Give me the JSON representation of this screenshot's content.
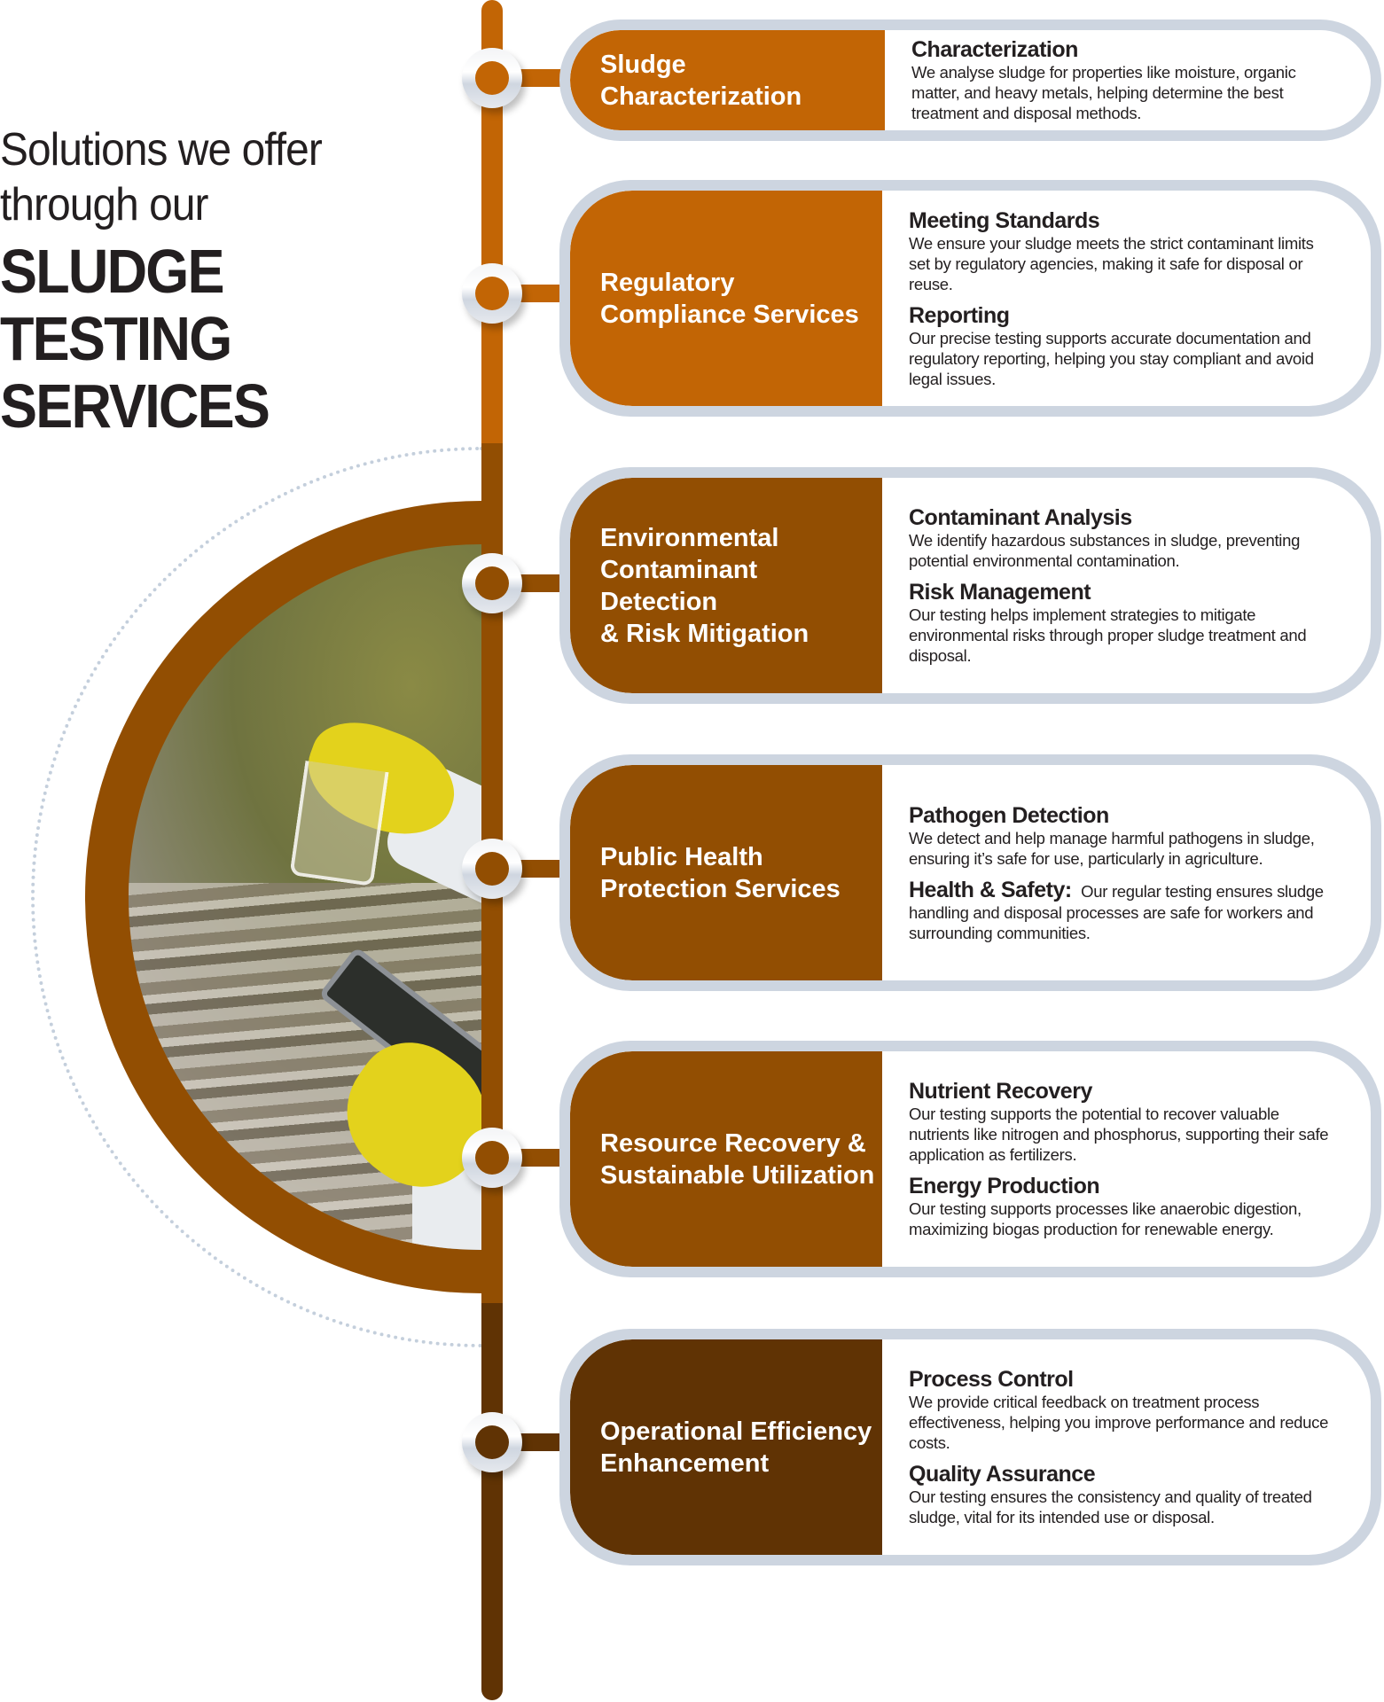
{
  "title": {
    "line1": "Solutions we offer",
    "line2": "through our",
    "line3": "SLUDGE TESTING",
    "line4": "SERVICES"
  },
  "colors": {
    "orange": "#c26505",
    "brown": "#924e02",
    "dark": "#603304",
    "card_border": "#cdd5e0"
  },
  "services": [
    {
      "label": "Sludge\nCharacterization",
      "color": "#c26505",
      "sections": [
        {
          "heading": "Characterization",
          "text": "We analyse sludge for properties like moisture, organic matter, and heavy metals, helping determine the best treatment and disposal methods."
        }
      ]
    },
    {
      "label": "Regulatory\nCompliance Services",
      "color": "#c26505",
      "sections": [
        {
          "heading": "Meeting Standards",
          "text": "We ensure your sludge meets the strict contaminant limits set by regulatory agencies, making it safe for disposal or reuse."
        },
        {
          "heading": "Reporting",
          "text": "Our precise testing supports accurate documentation and regulatory reporting, helping you stay compliant and avoid legal issues."
        }
      ]
    },
    {
      "label": "Environmental\nContaminant Detection\n& Risk Mitigation",
      "color": "#924e02",
      "sections": [
        {
          "heading": "Contaminant Analysis",
          "text": "We identify hazardous substances in sludge, preventing potential environmental contamination."
        },
        {
          "heading": "Risk Management",
          "text": "Our testing helps implement strategies to mitigate environmental risks through proper sludge treatment and disposal."
        }
      ]
    },
    {
      "label": "Public Health\nProtection Services",
      "color": "#924e02",
      "sections": [
        {
          "heading": "Pathogen Detection",
          "text": "We detect and help manage harmful pathogens in sludge, ensuring it’s safe for use, particularly in agriculture."
        },
        {
          "heading": "Health & Safety:",
          "text": "Our regular testing ensures sludge handling and disposal processes are safe for workers and surrounding communities.",
          "inline": true
        }
      ]
    },
    {
      "label": "Resource Recovery &\nSustainable Utilization",
      "color": "#924e02",
      "sections": [
        {
          "heading": "Nutrient Recovery",
          "text": "Our testing supports the potential to recover valuable nutrients like nitrogen and phosphorus, supporting their safe application as fertilizers."
        },
        {
          "heading": "Energy Production",
          "text": "Our testing supports processes like anaerobic digestion, maximizing biogas production for renewable energy."
        }
      ]
    },
    {
      "label": "Operational Efficiency\nEnhancement",
      "color": "#603304",
      "sections": [
        {
          "heading": "Process Control",
          "text": "We provide critical feedback on treatment process effectiveness, helping you improve performance and reduce costs."
        },
        {
          "heading": "Quality Assurance",
          "text": "Our testing ensures the consistency and quality of treated sludge, vital for its intended use or disposal."
        }
      ]
    }
  ]
}
